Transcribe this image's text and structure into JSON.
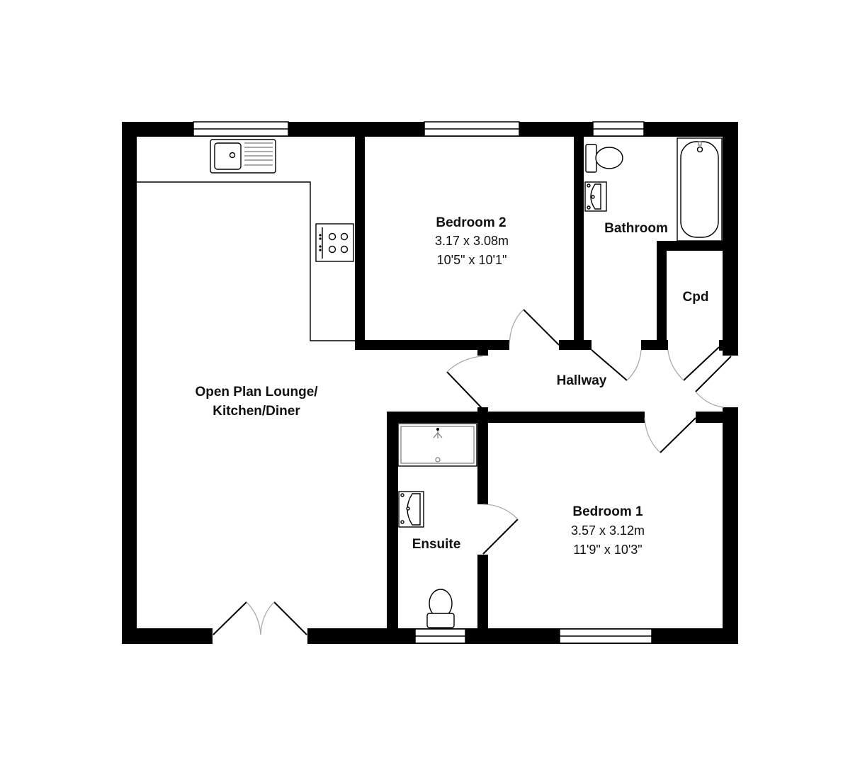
{
  "floorplan": {
    "rooms": [
      {
        "id": "lounge",
        "title_line1": "Open Plan Lounge/",
        "title_line2": "Kitchen/Diner"
      },
      {
        "id": "bedroom2",
        "title": "Bedroom 2",
        "dim_metric": "3.17 x 3.08m",
        "dim_imperial": "10'5\" x 10'1\""
      },
      {
        "id": "bathroom",
        "title": "Bathroom"
      },
      {
        "id": "cupboard",
        "title": "Cpd"
      },
      {
        "id": "hallway",
        "title": "Hallway"
      },
      {
        "id": "ensuite",
        "title": "Ensuite"
      },
      {
        "id": "bedroom1",
        "title": "Bedroom 1",
        "dim_metric": "3.57 x 3.12m",
        "dim_imperial": "11'9\" x 10'3\""
      }
    ],
    "colors": {
      "wall": "#000000",
      "background": "#ffffff",
      "door_arc": "#aaaaaa"
    }
  }
}
